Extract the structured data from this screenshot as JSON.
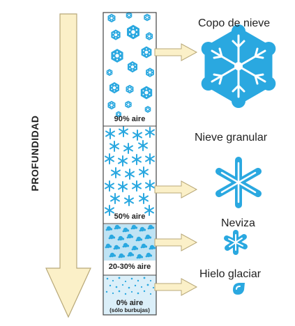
{
  "axis_label": "PROFUNDIDAD",
  "layers": [
    {
      "label": "90% aire"
    },
    {
      "label": "50% aire"
    },
    {
      "label": "20-30% aire"
    },
    {
      "label": "0% aire",
      "sublabel": "(sólo burbujas)"
    }
  ],
  "stages": [
    {
      "name": "Copo de nieve",
      "icon": "snowflake-icon"
    },
    {
      "name": "Nieve granular",
      "icon": "granular-snow-icon"
    },
    {
      "name": "Neviza",
      "icon": "firn-icon"
    },
    {
      "name": "Hielo glaciar",
      "icon": "glacier-ice-icon"
    }
  ],
  "colors": {
    "ice_blue": "#2aa8e0",
    "arrow_fill": "#fbf0c8",
    "arrow_stroke": "#b8a878",
    "column_border": "#444444"
  }
}
